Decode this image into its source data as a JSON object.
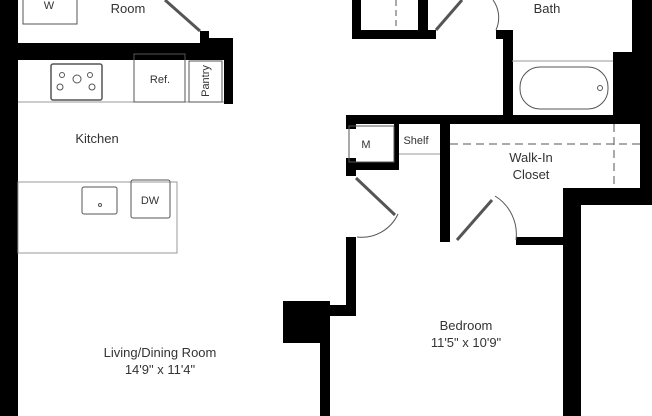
{
  "plan": {
    "wall_color": "#000000",
    "fixture_color": "#555555",
    "rooms": {
      "laundry": {
        "name": "Room"
      },
      "bath": {
        "name": "Bath"
      },
      "kitchen": {
        "name": "Kitchen"
      },
      "living": {
        "name": "Living/Dining Room",
        "size": "14'9\" x 11'4\""
      },
      "closet": {
        "name": "Walk-In",
        "name2": "Closet"
      },
      "bedroom": {
        "name": "Bedroom",
        "size": "11'5\" x 10'9\""
      }
    },
    "fixtures": {
      "washer": "W",
      "refrigerator": "Ref.",
      "pantry": "Pantry",
      "dishwasher": "DW",
      "mechanical": "M",
      "shelf": "Shelf"
    }
  }
}
